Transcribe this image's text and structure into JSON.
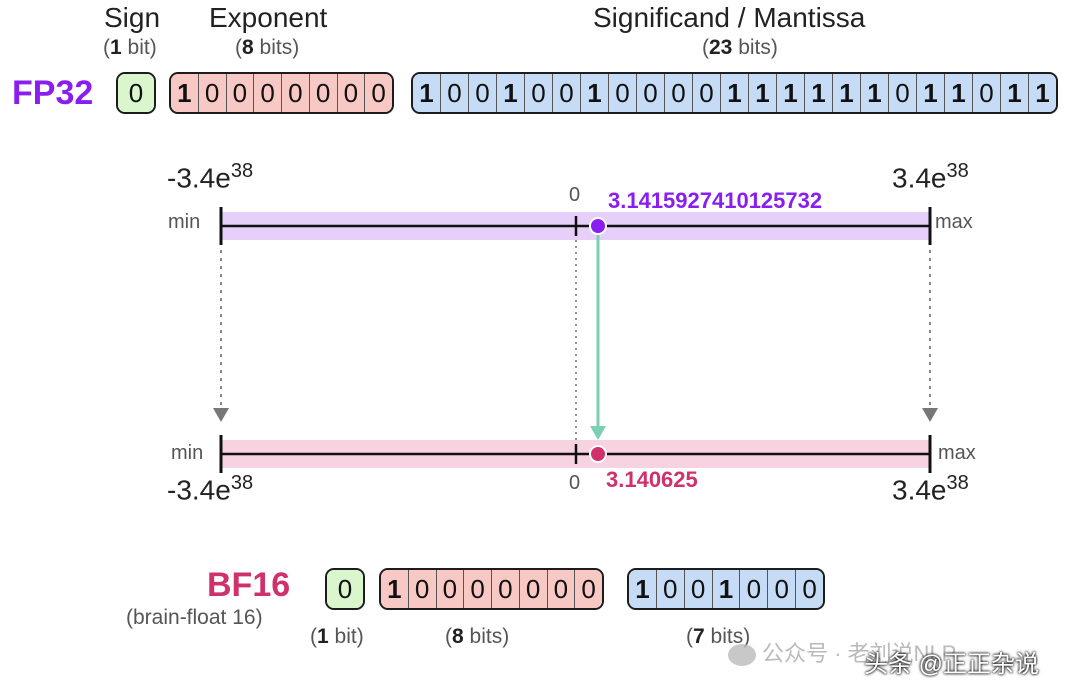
{
  "colors": {
    "fp32": "#8a1ef0",
    "bf16": "#d0306c",
    "sign_fill": "#d9f6cc",
    "exponent_fill": "#f8c9c4",
    "mantissa_fill": "#c6dcf6",
    "fp32_band": "#e6cff8",
    "bf16_band": "#f7d2e1",
    "arrow": "#7ecfb1"
  },
  "header": {
    "sign": "Sign",
    "sign_bits_num": "1",
    "sign_bits_unit": " bit",
    "exponent": "Exponent",
    "exponent_bits_num": "8",
    "exponent_bits_unit": " bits",
    "mantissa": "Significand / Mantissa",
    "mantissa_bits_num": "23",
    "mantissa_bits_unit": " bits"
  },
  "fp32": {
    "label": "FP32",
    "sign": [
      "0"
    ],
    "exponent": [
      "1",
      "0",
      "0",
      "0",
      "0",
      "0",
      "0",
      "0"
    ],
    "mantissa": [
      "1",
      "0",
      "0",
      "1",
      "0",
      "0",
      "1",
      "0",
      "0",
      "0",
      "0",
      "1",
      "1",
      "1",
      "1",
      "1",
      "1",
      "0",
      "1",
      "1",
      "0",
      "1",
      "1"
    ],
    "value": "3.1415927410125732"
  },
  "bf16": {
    "label": "BF16",
    "sublabel": "(brain-float 16)",
    "sign": [
      "0"
    ],
    "exponent": [
      "1",
      "0",
      "0",
      "0",
      "0",
      "0",
      "0",
      "0"
    ],
    "mantissa": [
      "1",
      "0",
      "0",
      "1",
      "0",
      "0",
      "0"
    ],
    "value": "3.140625",
    "sign_bits_num": "1",
    "sign_bits_unit": " bit",
    "exponent_bits_num": "8",
    "exponent_bits_unit": " bits",
    "mantissa_bits_num": "7",
    "mantissa_bits_unit": " bits"
  },
  "range": {
    "min_base": "-3.4e",
    "max_base": "3.4e",
    "exp": "38",
    "zero": "0",
    "min_label": "min",
    "max_label": "max"
  },
  "watermark": {
    "left": "公众号 · 老刘说NLP",
    "right": "头条 @正正杂说"
  }
}
